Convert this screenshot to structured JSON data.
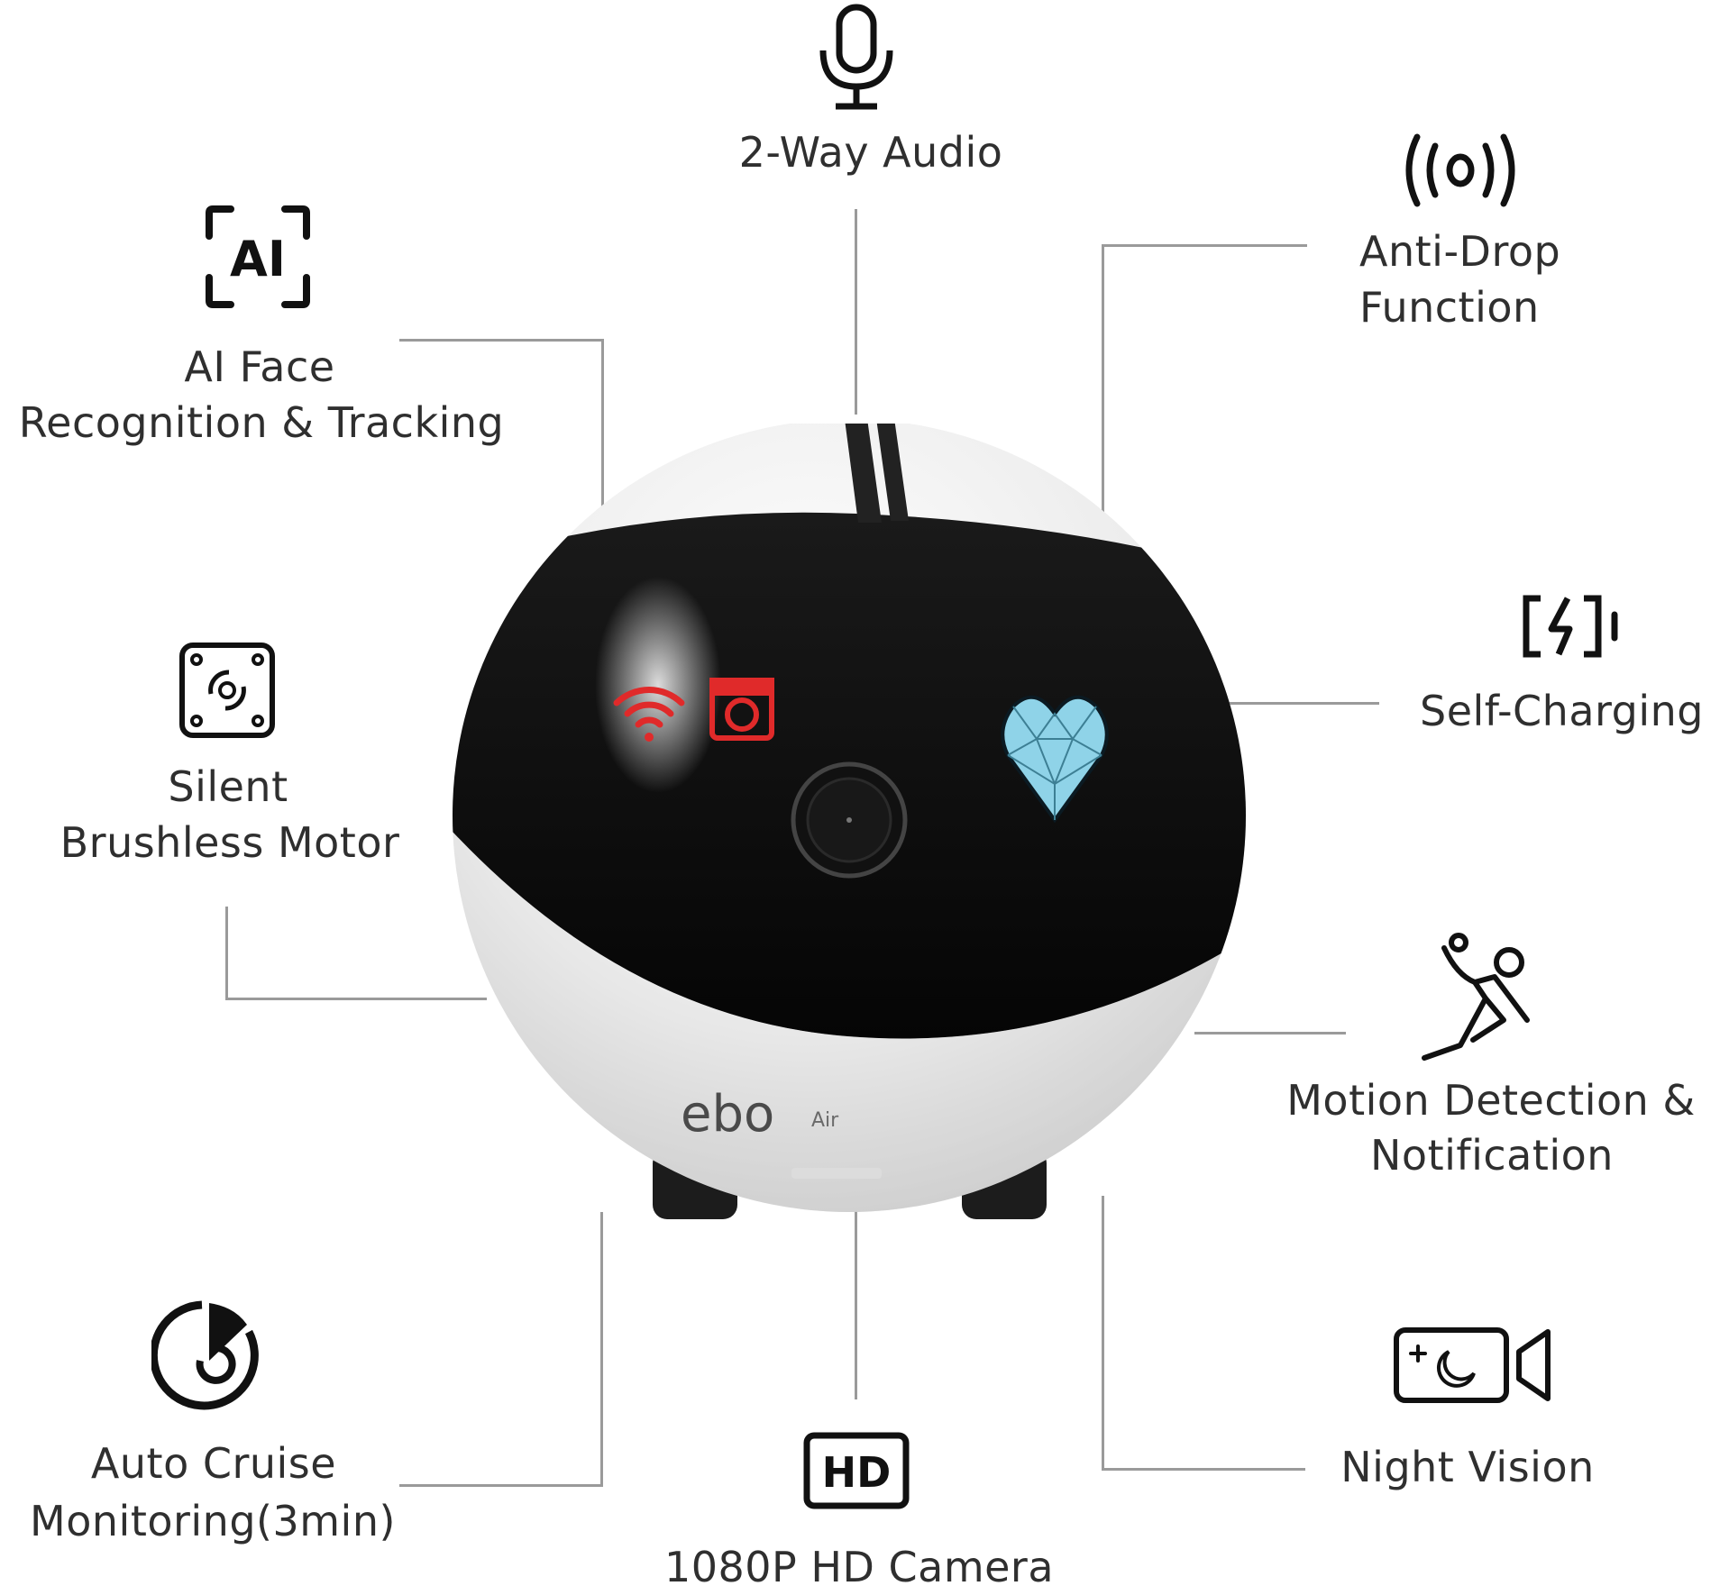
{
  "product": {
    "logo": "ebo",
    "logo_suffix": "Air",
    "colors": {
      "shell": "#f2f2f2",
      "band": "#0c0c0c",
      "status_red": "#e02a2a",
      "heart_blue": "#8fd3e8",
      "line": "#9a9a9a",
      "text": "#2f2f2f"
    }
  },
  "features": {
    "audio": {
      "icon": "microphone-icon",
      "lines": [
        "2-Way Audio"
      ]
    },
    "ai": {
      "icon": "ai-scan-icon",
      "icon_text": "AI",
      "lines": [
        "AI Face",
        "Recognition & Tracking"
      ]
    },
    "antidrop": {
      "icon": "signal-waves-icon",
      "lines": [
        "Anti-Drop",
        "Function"
      ]
    },
    "charging": {
      "icon": "battery-charging-icon",
      "lines": [
        "Self-Charging"
      ]
    },
    "motor": {
      "icon": "motor-icon",
      "lines": [
        "Silent",
        "Brushless Motor"
      ]
    },
    "motion": {
      "icon": "running-person-icon",
      "lines": [
        "Motion Detection &",
        "Notification"
      ]
    },
    "cruise": {
      "icon": "radar-icon",
      "lines": [
        "Auto Cruise",
        "Monitoring(3min)"
      ]
    },
    "hd": {
      "icon": "hd-icon",
      "icon_text": "HD",
      "lines": [
        "1080P HD Camera"
      ]
    },
    "night": {
      "icon": "night-vision-camera-icon",
      "lines": [
        "Night Vision"
      ]
    }
  }
}
